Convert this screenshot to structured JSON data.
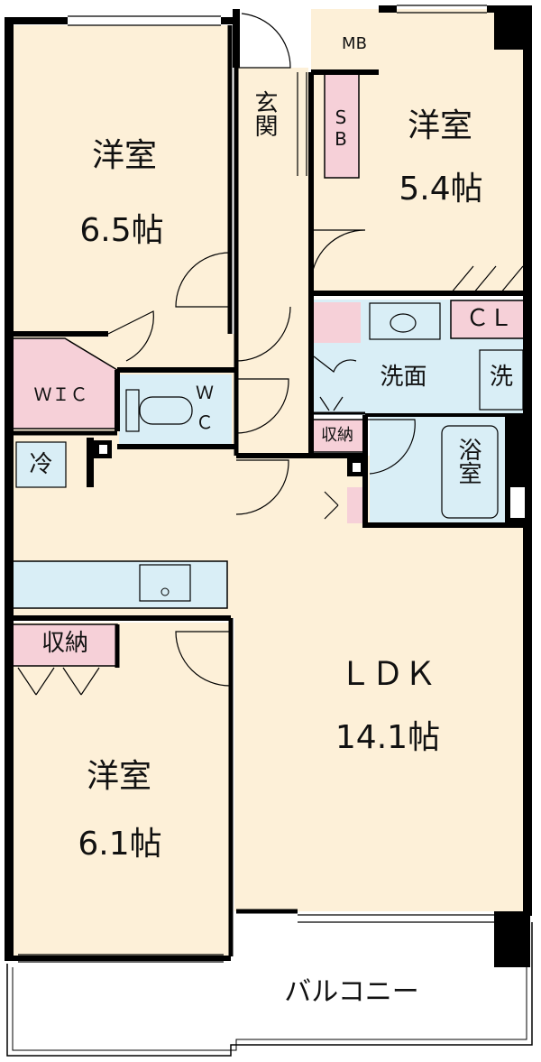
{
  "colors": {
    "room": "#fdf0d8",
    "wet": "#d9eef6",
    "storage": "#f6d0d8",
    "wall": "#000000",
    "balcony": "#ffffff"
  },
  "rooms": {
    "bedroom_nw": {
      "name": "洋室",
      "size": "6.5帖"
    },
    "bedroom_ne": {
      "name": "洋室",
      "size": "5.4帖"
    },
    "bedroom_sw": {
      "name": "洋室",
      "size": "6.1帖"
    },
    "ldk": {
      "name": "ＬＤＫ",
      "size": "14.1帖"
    }
  },
  "labels": {
    "mb": "MB",
    "entrance": "玄関",
    "sb": "SB",
    "wic": "ＷＩＣ",
    "wc_w": "Ｗ",
    "wc_c": "Ｃ",
    "cl": "ＣＬ",
    "washroom": "洗面",
    "laundry": "洗",
    "storage_small": "収納",
    "bathroom": "浴室",
    "fridge": "冷",
    "storage_sw": "収納",
    "balcony": "バルコニー"
  }
}
